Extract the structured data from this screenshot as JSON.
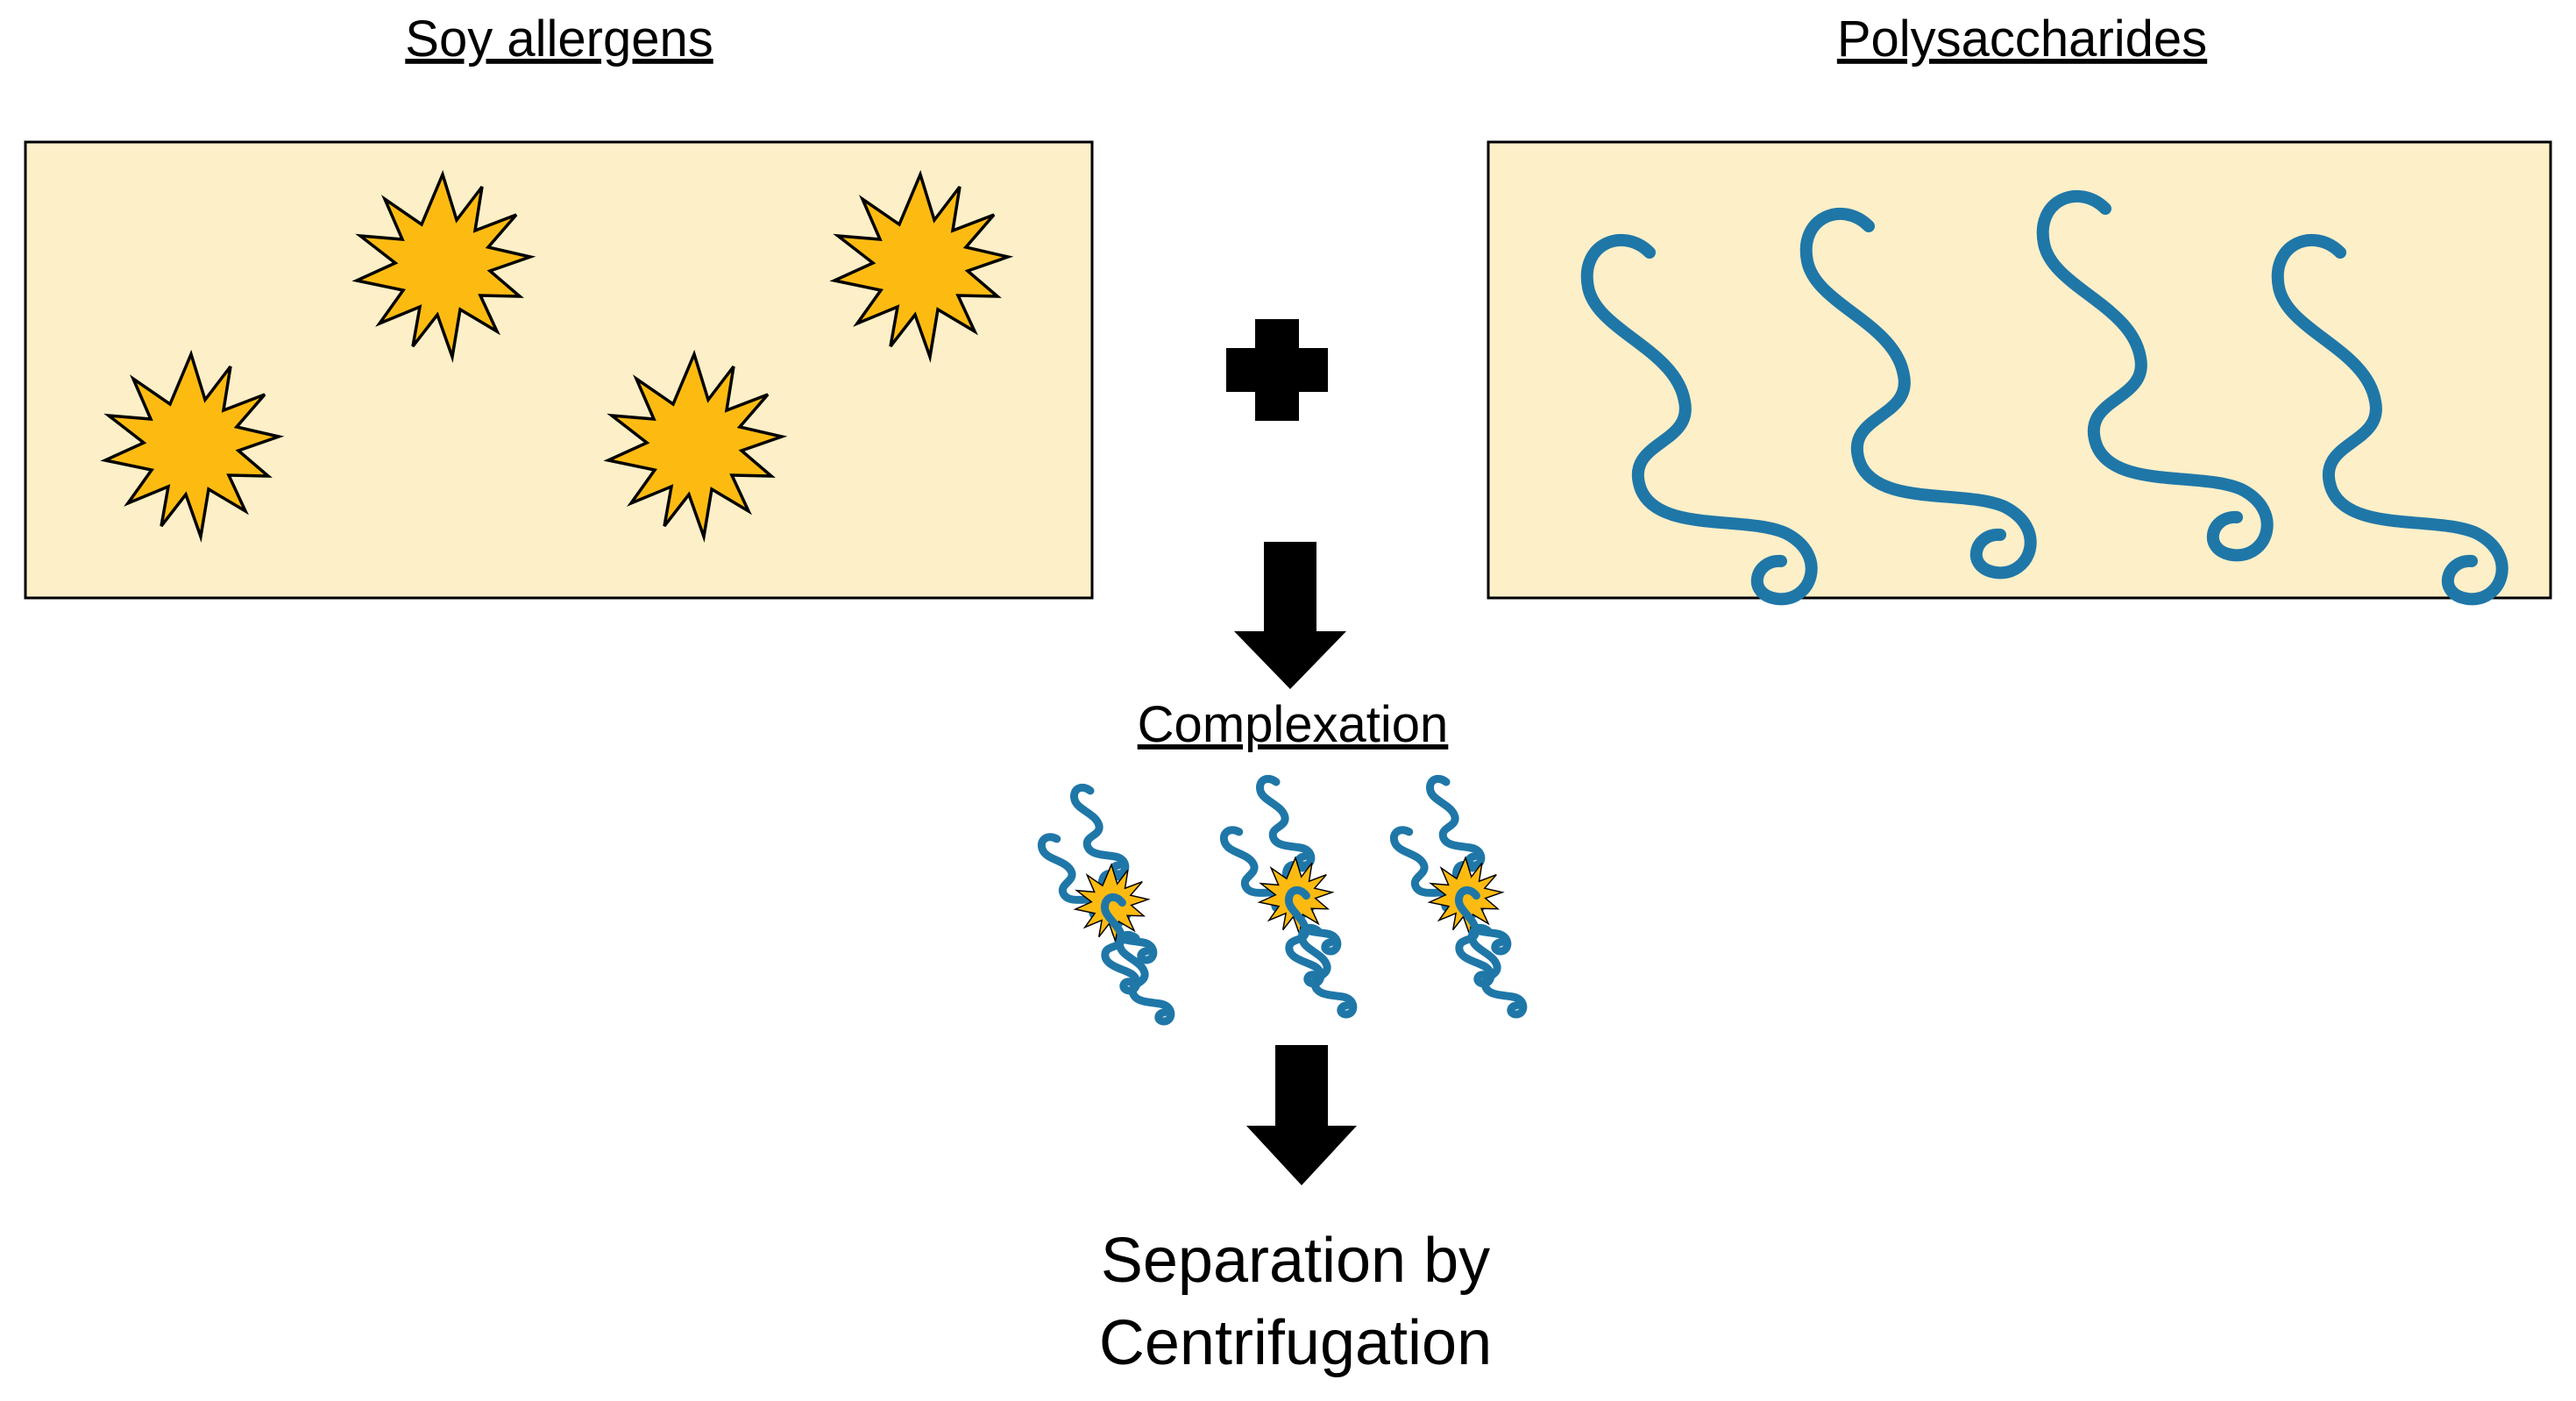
{
  "labels": {
    "soy_allergens": "Soy allergens",
    "polysaccharides": "Polysaccharides",
    "complexation": "Complexation",
    "separation_line1": "Separation by",
    "separation_line2": "Centrifugation"
  },
  "counts": {
    "allergens_in_box": 4,
    "polysaccharides_in_box": 4,
    "complexes": 3
  },
  "colors": {
    "box_fill": "#fdefc8",
    "allergen_fill": "#fdbb12",
    "polysaccharide": "#1f77a8",
    "arrow": "#000000"
  },
  "icons": {
    "allergen": "starburst-icon",
    "polysaccharide": "squiggle-icon",
    "plus": "plus-icon",
    "arrow": "down-arrow-icon"
  }
}
